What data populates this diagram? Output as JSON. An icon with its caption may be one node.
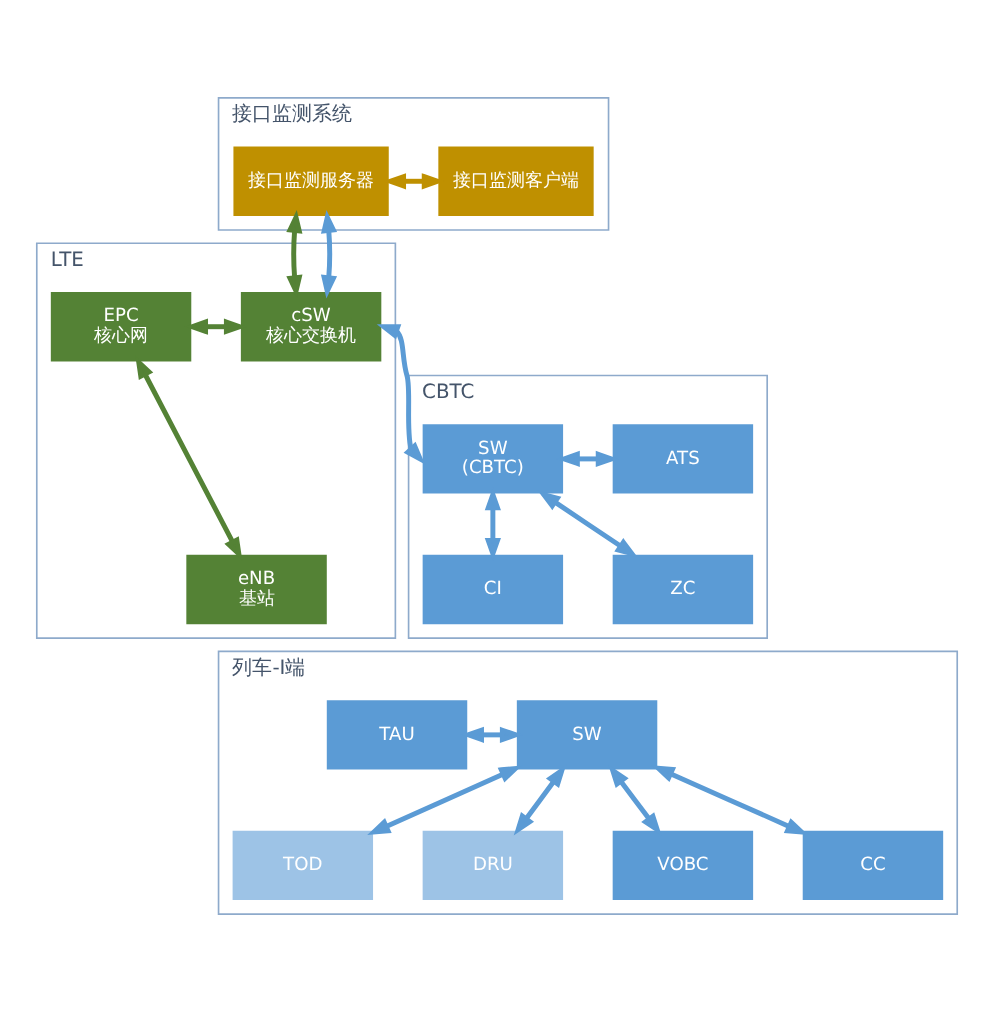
{
  "diagram": {
    "nodes": [
      {
        "text": [
          "接口监测系统"
        ]
      },
      {
        "text": [
          "接口监测服务器"
        ],
        "in": 0
      },
      {
        "text": [
          "接口监测客户端"
        ],
        "in": 0
      },
      {
        "text": [
          "LTE"
        ]
      },
      {
        "text": [
          "EPC",
          "核心网"
        ],
        "in": 3
      },
      {
        "text": [
          "cSW",
          "核心交换机"
        ],
        "in": 3
      },
      {
        "text": [
          "eNB",
          "基站"
        ],
        "in": 3
      },
      {
        "text": [
          "CBTC"
        ]
      },
      {
        "text": [
          "SW",
          "(CBTC)"
        ],
        "in": 7
      },
      {
        "text": [
          "ATS"
        ],
        "in": 7
      },
      {
        "text": [
          "CI"
        ],
        "in": 7
      },
      {
        "text": [
          "ZC"
        ],
        "in": 7
      },
      {
        "text": [
          "列车-I端"
        ]
      },
      {
        "text": [
          "TAU"
        ],
        "in": 12
      },
      {
        "text": [
          "SW"
        ],
        "in": 12
      },
      {
        "text": [
          "TOD"
        ],
        "in": 12
      },
      {
        "text": [
          "DRU"
        ],
        "in": 12
      },
      {
        "text": [
          "VOBC"
        ],
        "in": 12
      },
      {
        "text": [
          "CC"
        ],
        "in": 12
      }
    ],
    "edges": [
      {
        "from": 1,
        "to": 2,
        "arrow": "both",
        "color": "#bf9000"
      },
      {
        "from": 1,
        "to": 5,
        "arrow": "both",
        "color": "#548235"
      },
      {
        "from": 1,
        "to": 5,
        "arrow": "both"
      },
      {
        "from": 4,
        "to": 5,
        "arrow": "both",
        "color": "#548235"
      },
      {
        "from": 5,
        "to": 8,
        "arrow": "both"
      },
      {
        "from": 8,
        "to": 9,
        "arrow": "both"
      },
      {
        "from": 4,
        "to": 6,
        "arrow": "both",
        "color": "#548235"
      },
      {
        "from": 8,
        "to": 10,
        "arrow": "both"
      },
      {
        "from": 8,
        "to": 11,
        "arrow": "both"
      },
      {
        "from": 13,
        "to": 14,
        "arrow": "both"
      },
      {
        "from": 14,
        "to": 15,
        "arrow": "both"
      },
      {
        "from": 14,
        "to": 16,
        "arrow": "both"
      },
      {
        "from": 14,
        "to": 17,
        "arrow": "both"
      },
      {
        "from": 14,
        "to": 18,
        "arrow": "both"
      }
    ]
  }
}
